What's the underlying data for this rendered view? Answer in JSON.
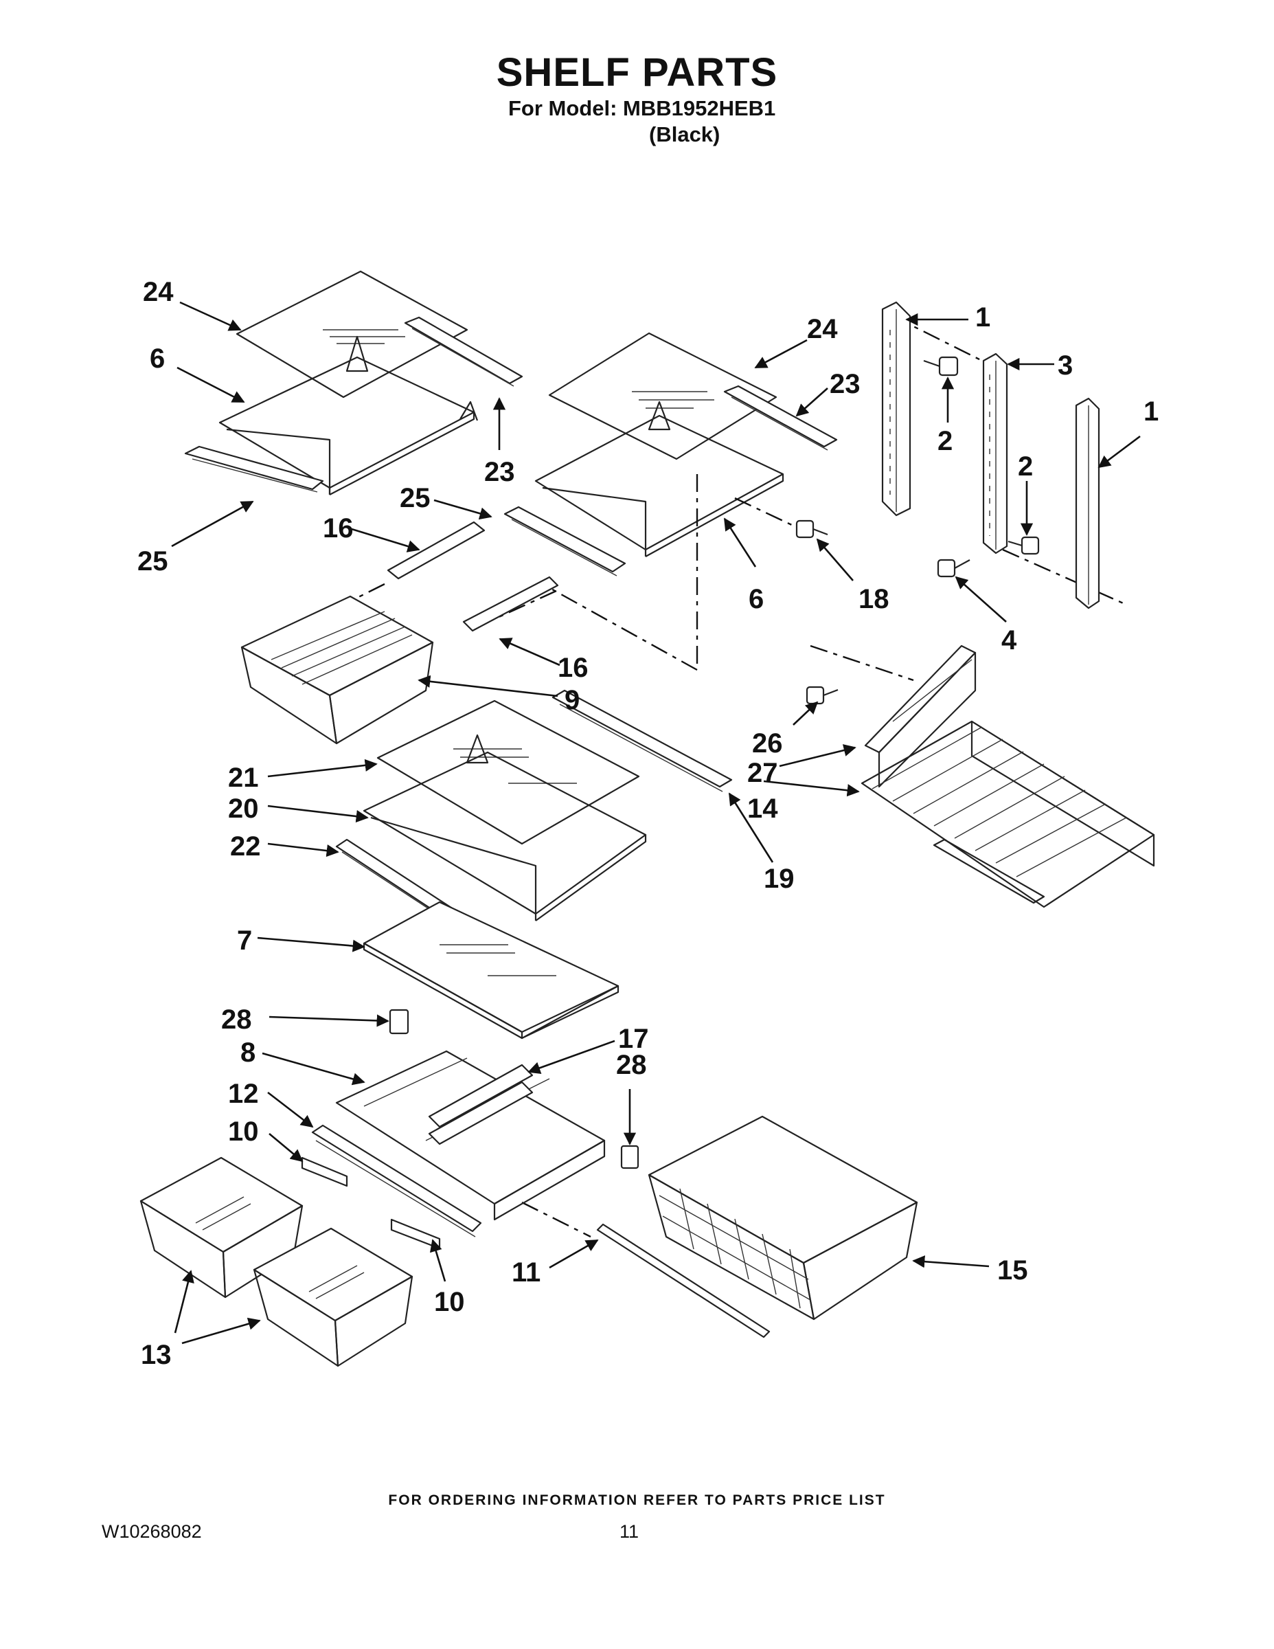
{
  "header": {
    "title": "SHELF PARTS",
    "model_line": "For Model: MBB1952HEB1",
    "color_line": "(Black)"
  },
  "callouts": [
    {
      "id": "c24a",
      "label": "24"
    },
    {
      "id": "c6a",
      "label": "6"
    },
    {
      "id": "c25a",
      "label": "25"
    },
    {
      "id": "c23a",
      "label": "23"
    },
    {
      "id": "c24b",
      "label": "24"
    },
    {
      "id": "c23b",
      "label": "23"
    },
    {
      "id": "c25b",
      "label": "25"
    },
    {
      "id": "c16a",
      "label": "16"
    },
    {
      "id": "c6b",
      "label": "6"
    },
    {
      "id": "c18",
      "label": "18"
    },
    {
      "id": "c1a",
      "label": "1"
    },
    {
      "id": "c3",
      "label": "3"
    },
    {
      "id": "c2a",
      "label": "2"
    },
    {
      "id": "c1b",
      "label": "1"
    },
    {
      "id": "c2b",
      "label": "2"
    },
    {
      "id": "c4",
      "label": "4"
    },
    {
      "id": "c16b",
      "label": "16"
    },
    {
      "id": "c9",
      "label": "9"
    },
    {
      "id": "c26",
      "label": "26"
    },
    {
      "id": "c27",
      "label": "27"
    },
    {
      "id": "c21",
      "label": "21"
    },
    {
      "id": "c20",
      "label": "20"
    },
    {
      "id": "c14",
      "label": "14"
    },
    {
      "id": "c22",
      "label": "22"
    },
    {
      "id": "c19",
      "label": "19"
    },
    {
      "id": "c7",
      "label": "7"
    },
    {
      "id": "c28a",
      "label": "28"
    },
    {
      "id": "c17",
      "label": "17"
    },
    {
      "id": "c8",
      "label": "8"
    },
    {
      "id": "c28b",
      "label": "28"
    },
    {
      "id": "c12",
      "label": "12"
    },
    {
      "id": "c10a",
      "label": "10"
    },
    {
      "id": "c11",
      "label": "11"
    },
    {
      "id": "c15",
      "label": "15"
    },
    {
      "id": "c13",
      "label": "13"
    },
    {
      "id": "c10b",
      "label": "10"
    }
  ],
  "footer": {
    "note": "FOR ORDERING INFORMATION REFER TO PARTS PRICE LIST",
    "doc_number": "W10268082",
    "page": "11"
  }
}
